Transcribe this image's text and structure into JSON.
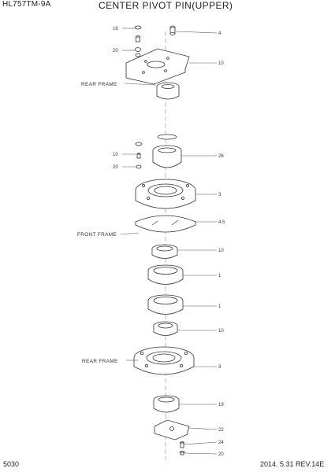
{
  "header": {
    "model_code": "HL757TM-9A",
    "title": "CENTER PIVOT PIN(UPPER)"
  },
  "footer": {
    "page_number": "5030",
    "revision": "2014. 5.31  REV.14E"
  },
  "frame_labels": {
    "rear_frame_top": "REAR FRAME",
    "front_frame": "FRONT FRAME",
    "rear_frame_bottom": "REAR FRAME"
  },
  "callouts": {
    "c1": "16",
    "c2": "20",
    "c3": "4",
    "c4": "10",
    "c5": "10",
    "c6": "20",
    "c7": "26",
    "c8": "3",
    "c9": "4.5",
    "c10": "10",
    "c11": "1",
    "c12": "1",
    "c13": "10",
    "c14": "3",
    "c15": "19",
    "c16": "22",
    "c17": "24",
    "c18": "20"
  }
}
